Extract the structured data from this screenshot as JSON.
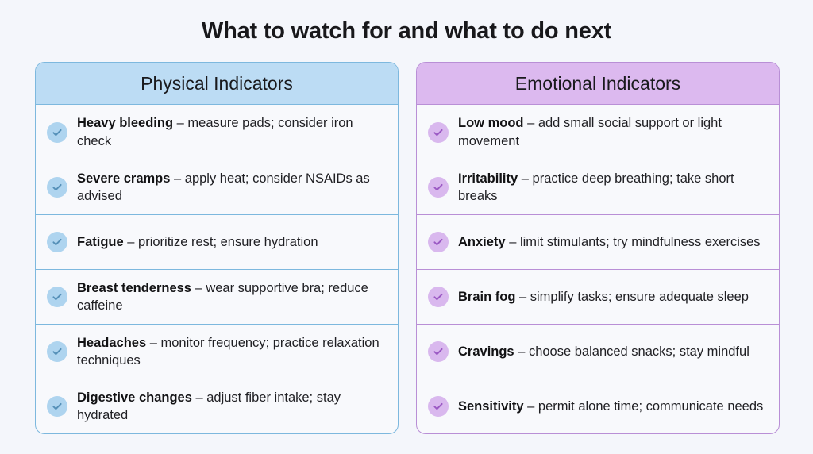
{
  "page": {
    "title": "What to watch for and what to do next",
    "background_color": "#f4f6fb"
  },
  "columns": [
    {
      "id": "physical",
      "header": "Physical Indicators",
      "accent_color": "#7db8de",
      "header_bg": "#bcdcf4",
      "icon_bg": "#aed4ef",
      "icon_color": "#5590b8",
      "icon_name": "check-circle-icon",
      "items": [
        {
          "term": "Heavy bleeding",
          "detail": " – measure pads; consider iron check"
        },
        {
          "term": "Severe cramps",
          "detail": " – apply heat; consider NSAIDs as advised"
        },
        {
          "term": "Fatigue",
          "detail": " – prioritize rest; ensure hydration"
        },
        {
          "term": "Breast tenderness",
          "detail": " – wear supportive bra; reduce caffeine"
        },
        {
          "term": "Headaches",
          "detail": " – monitor frequency; practice relaxation techniques"
        },
        {
          "term": "Digestive changes",
          "detail": " – adjust fiber intake; stay hydrated"
        }
      ]
    },
    {
      "id": "emotional",
      "header": "Emotional Indicators",
      "accent_color": "#b98fd6",
      "header_bg": "#dcb9ef",
      "icon_bg": "#d9b8ee",
      "icon_color": "#9b59c4",
      "icon_name": "check-circle-icon",
      "items": [
        {
          "term": "Low mood",
          "detail": " – add small social support or light movement"
        },
        {
          "term": "Irritability",
          "detail": " – practice deep breathing; take short breaks"
        },
        {
          "term": "Anxiety",
          "detail": " – limit stimulants; try mindfulness exercises"
        },
        {
          "term": "Brain fog",
          "detail": " – simplify tasks; ensure adequate sleep"
        },
        {
          "term": "Cravings",
          "detail": " – choose balanced snacks; stay mindful"
        },
        {
          "term": "Sensitivity",
          "detail": " – permit alone time; communicate needs"
        }
      ]
    }
  ]
}
